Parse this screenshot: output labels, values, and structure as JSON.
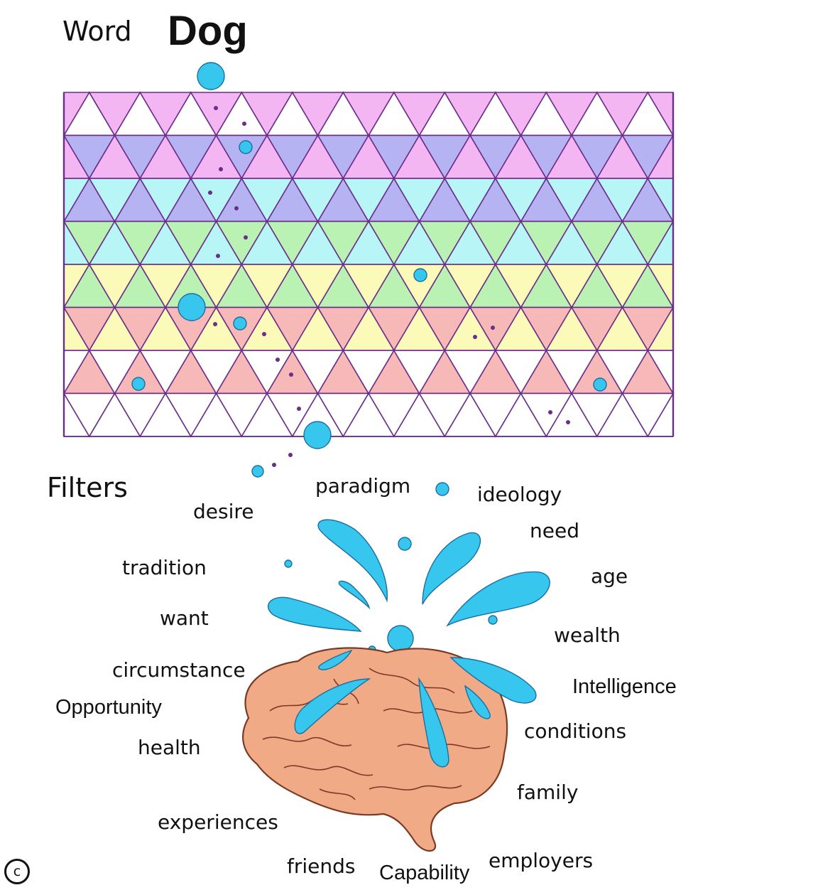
{
  "header": {
    "word_label": "Word",
    "word_value": "Dog"
  },
  "filters_heading": "Filters",
  "filters": [
    "desire",
    "paradigm",
    "ideology",
    "need",
    "tradition",
    "age",
    "want",
    "wealth",
    "circumstance",
    "Intelligence",
    "Opportunity",
    "conditions",
    "health",
    "family",
    "experiences",
    "employers",
    "friends",
    "Capability"
  ],
  "copyright_symbol": "c",
  "colors": {
    "grid_line": "#6b2d8a",
    "band_pink": "#f3b6f3",
    "band_violet": "#b5b3f2",
    "band_cyan": "#b8f5f7",
    "band_green": "#b9f2b3",
    "band_yellow": "#fbfab9",
    "band_salmon": "#f7b8b8",
    "drop_fill": "#37c7ee",
    "drop_stroke": "#1a6fa0",
    "dot": "#6b2d8a",
    "brain_fill": "#f0aa86",
    "brain_stroke": "#7a3a24"
  }
}
